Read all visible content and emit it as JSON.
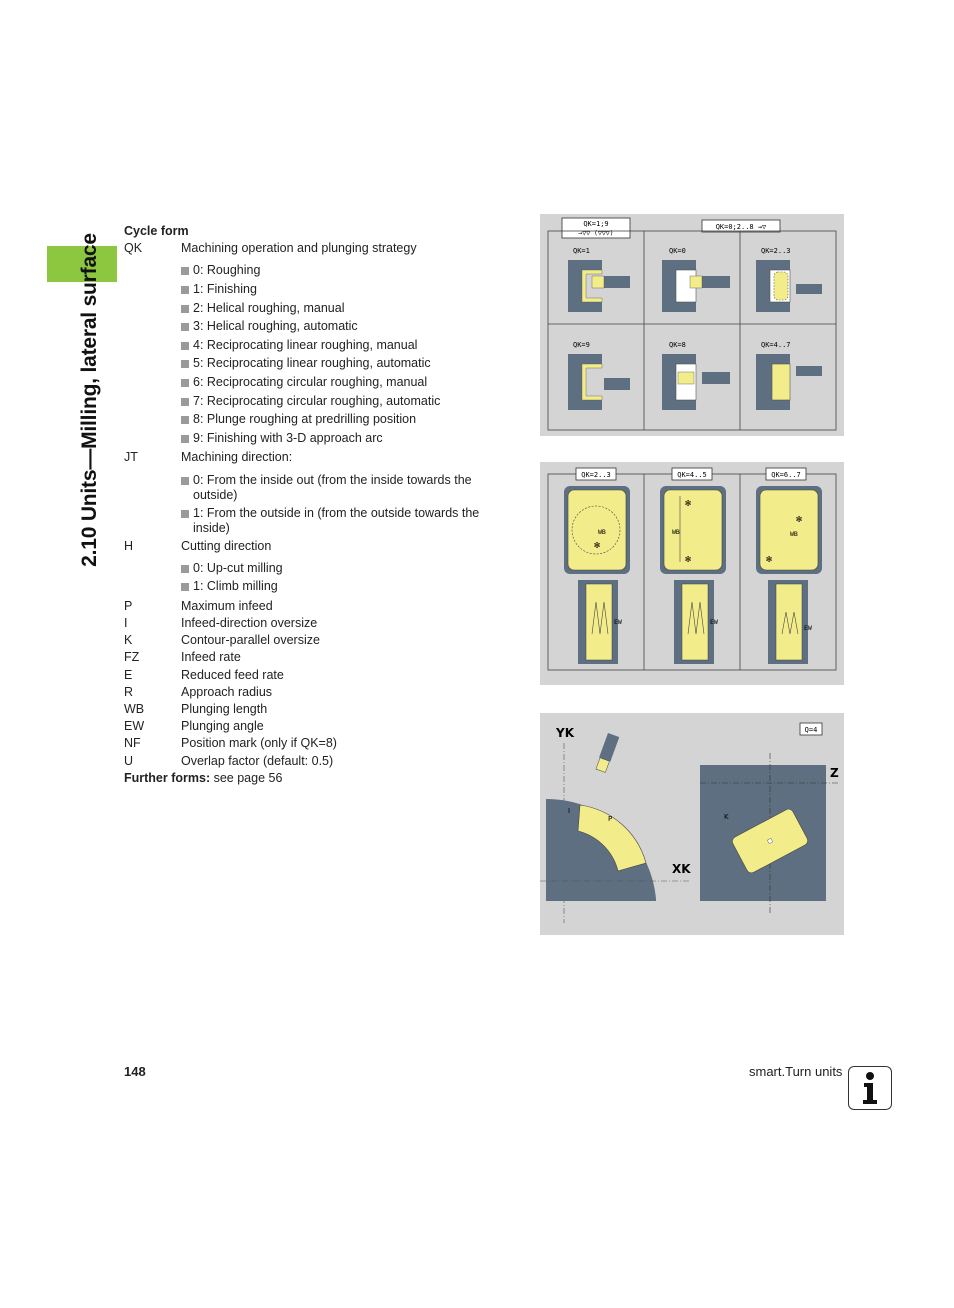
{
  "sidebar": {
    "chapter_title": "2.10 Units—Milling, lateral surface"
  },
  "section": {
    "heading": "Cycle form"
  },
  "params": [
    {
      "key": "QK",
      "label": "Machining operation and plunging strategy",
      "options": [
        "0: Roughing",
        "1: Finishing",
        "2: Helical roughing, manual",
        "3: Helical roughing, automatic",
        "4: Reciprocating linear roughing, manual",
        "5: Reciprocating linear roughing, automatic",
        "6: Reciprocating circular roughing, manual",
        "7: Reciprocating circular roughing, automatic",
        "8: Plunge roughing at predrilling position",
        "9: Finishing with 3-D approach arc"
      ]
    },
    {
      "key": "JT",
      "label": "Machining direction:",
      "options": [
        "0: From the inside out (from the inside towards the outside)",
        "1: From the outside in (from the outside towards the inside)"
      ]
    },
    {
      "key": "H",
      "label": "Cutting direction",
      "options": [
        "0: Up-cut milling",
        "1: Climb milling"
      ]
    }
  ],
  "simple_params": [
    {
      "key": "P",
      "label": "Maximum infeed"
    },
    {
      "key": "I",
      "label": "Infeed-direction oversize"
    },
    {
      "key": "K",
      "label": "Contour-parallel oversize"
    },
    {
      "key": "FZ",
      "label": "Infeed rate"
    },
    {
      "key": "E",
      "label": "Reduced feed rate"
    },
    {
      "key": "R",
      "label": "Approach radius"
    },
    {
      "key": "WB",
      "label": "Plunging length"
    },
    {
      "key": "EW",
      "label": "Plunging angle"
    },
    {
      "key": "NF",
      "label": "Position mark (only if QK=8)"
    },
    {
      "key": "U",
      "label": "Overlap factor (default: 0.5)"
    }
  ],
  "further": {
    "label": "Further forms:",
    "text": " see page 56"
  },
  "figures": {
    "fig1": {
      "tag_a_line1": "QK=1;9",
      "tag_a_line2": "→▽▽ (▽▽▽)",
      "tag_b": "QK=0;2..8 →▽",
      "cells": [
        "QK=1",
        "QK=0",
        "QK=2..3",
        "QK=9",
        "QK=8",
        "QK=4..7"
      ]
    },
    "fig2": {
      "tags": [
        "QK=2..3",
        "QK=4..5",
        "QK=6..7"
      ],
      "wb": "WB",
      "ew": "EW"
    },
    "fig3": {
      "tag": "Q=4",
      "yk": "YK",
      "xk": "XK",
      "z": "Z",
      "i": "I",
      "p": "P",
      "k": "K"
    }
  },
  "footer": {
    "page_number": "148",
    "book_title": "smart.Turn units",
    "icon": "info-icon"
  },
  "colors": {
    "accent_green": "#8dc63f",
    "part_yellow": "#f2ec8a",
    "part_grey": "#5d6f80"
  }
}
